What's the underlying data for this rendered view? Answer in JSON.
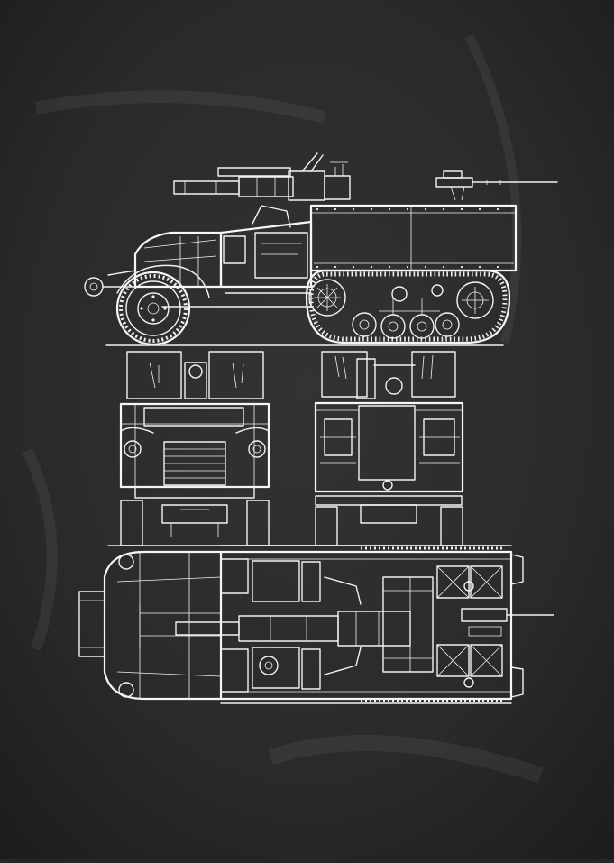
{
  "blueprint": {
    "views": [
      "side-view",
      "front-view",
      "rear-view",
      "top-view"
    ],
    "colors": {
      "background": "#262626",
      "chalk": "#f2f2f2"
    }
  }
}
